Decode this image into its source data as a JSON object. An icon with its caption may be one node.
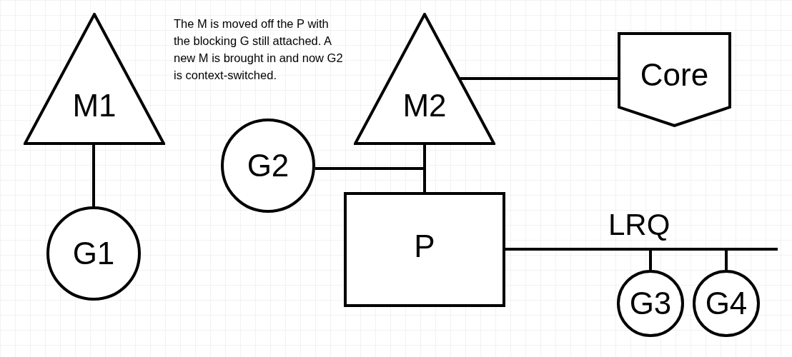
{
  "diagram": {
    "nodes": [
      {
        "text": [
          "M1"
        ]
      },
      {
        "text": [
          "G1"
        ]
      },
      {
        "text": [
          "M2"
        ]
      },
      {
        "text": [
          "Core"
        ]
      },
      {
        "text": [
          "G2"
        ]
      },
      {
        "text": [
          "P"
        ]
      },
      {
        "text": [],
        "shape": "bar",
        "beside": [
          "LRQ"
        ]
      },
      {
        "text": [
          "G3"
        ]
      },
      {
        "text": [
          "G4"
        ]
      }
    ],
    "edges": [
      {
        "from": 0,
        "to": 1,
        "arrow": "none"
      },
      {
        "from": 2,
        "to": 3,
        "arrow": "none"
      },
      {
        "from": 2,
        "to": 5,
        "arrow": "none"
      },
      {
        "from": 4,
        "to": 5,
        "arrow": "none"
      },
      {
        "from": 6,
        "to": 7,
        "arrow": "none"
      },
      {
        "from": 6,
        "to": 8,
        "arrow": "none"
      }
    ],
    "labels": [
      "The M is moved off the P with the blocking G still attached. A new M is brought in and now G2 is context-switched."
    ]
  }
}
